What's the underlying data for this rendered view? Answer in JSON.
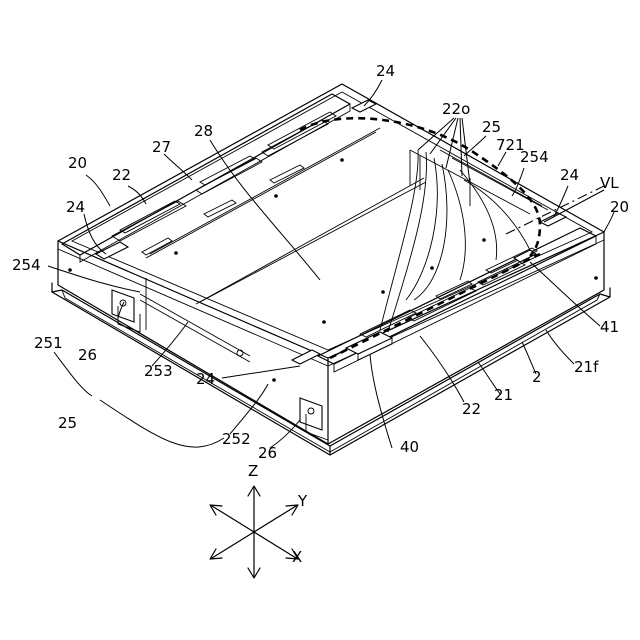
{
  "labels": {
    "l2": "2",
    "l20a": "20",
    "l20b": "20",
    "l21": "21",
    "l21f": "21f",
    "l22a": "22",
    "l22b": "22",
    "l22o": "22o",
    "l24a": "24",
    "l24b": "24",
    "l24c": "24",
    "l24d": "24",
    "l25a": "25",
    "l25b": "25",
    "l251": "251",
    "l252": "252",
    "l253": "253",
    "l254a": "254",
    "l254b": "254",
    "l26a": "26",
    "l26b": "26",
    "l27": "27",
    "l28": "28",
    "l40": "40",
    "l41": "41",
    "l721": "721",
    "lVL": "VL"
  },
  "axes": {
    "z": "Z",
    "y": "Y",
    "x": "X"
  }
}
